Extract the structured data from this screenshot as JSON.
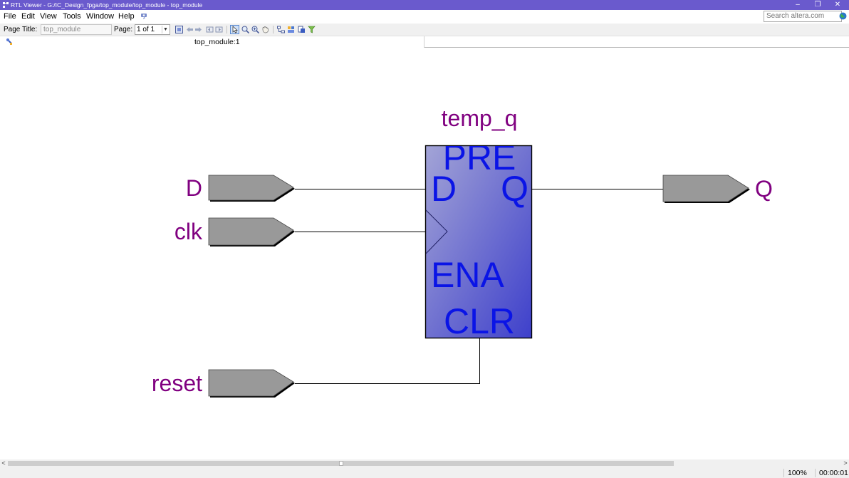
{
  "window": {
    "title": "RTL Viewer - G:/IC_Design_fpga/top_module/top_module - top_module",
    "minimize": "–",
    "restore": "❐",
    "close": "✕"
  },
  "menu": {
    "items": [
      "File",
      "Edit",
      "View",
      "Tools",
      "Window",
      "Help"
    ],
    "search_placeholder": "Search altera.com"
  },
  "toolbar": {
    "page_title_label": "Page Title:",
    "page_title_value": "top_module",
    "page_label": "Page:",
    "page_value": "1 of 1"
  },
  "tab": {
    "label": "top_module:1"
  },
  "schematic": {
    "inputs": [
      "D",
      "clk",
      "reset"
    ],
    "outputs": [
      "Q"
    ],
    "register": {
      "instance_name": "temp_q",
      "pins": [
        "PRE",
        "D",
        "Q",
        "ENA",
        "CLR"
      ]
    },
    "colors": {
      "label_text": "#800080",
      "register_fill_top": "#9c9dd4",
      "register_fill_bottom": "#4648cc",
      "pin_text": "#0a14e6",
      "port_fill": "#999999"
    }
  },
  "status": {
    "zoom": "100%",
    "time": "00:00:01"
  }
}
